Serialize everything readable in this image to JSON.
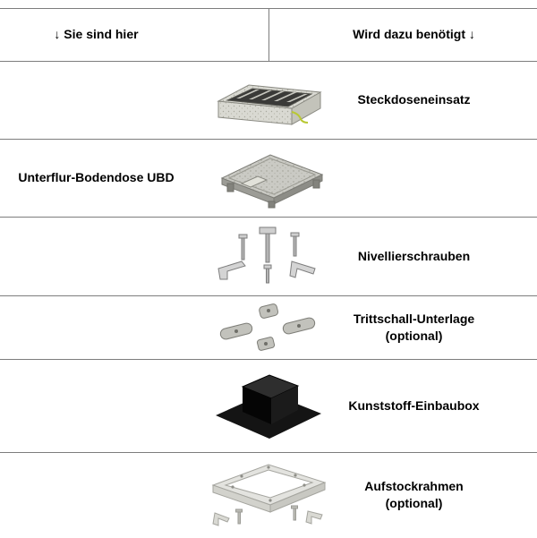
{
  "page": {
    "background_color": "#ffffff",
    "divider_color": "#7d7d7d"
  },
  "header": {
    "left": "↓ Sie sind hier",
    "right": "Wird dazu benötigt ↓"
  },
  "rows": [
    {
      "left_label": "",
      "image": "steckdoseneinsatz-product-image",
      "right_label": "Steckdoseneinsatz"
    },
    {
      "left_label": "Unterflur-Bodendose UBD",
      "image": "unterflur-bodendose-ubd-product-image",
      "right_label": ""
    },
    {
      "left_label": "",
      "image": "nivellierschrauben-product-image",
      "right_label": "Nivellierschrauben"
    },
    {
      "left_label": "",
      "image": "trittschall-unterlage-product-image",
      "right_label": "Trittschall-Unterlage\n(optional)"
    },
    {
      "left_label": "",
      "image": "kunststoff-einbaubox-product-image",
      "right_label": "Kunststoff-Einbaubox"
    },
    {
      "left_label": "",
      "image": "aufstockrahmen-product-image",
      "right_label": "Aufstockrahmen\n(optional)"
    }
  ]
}
